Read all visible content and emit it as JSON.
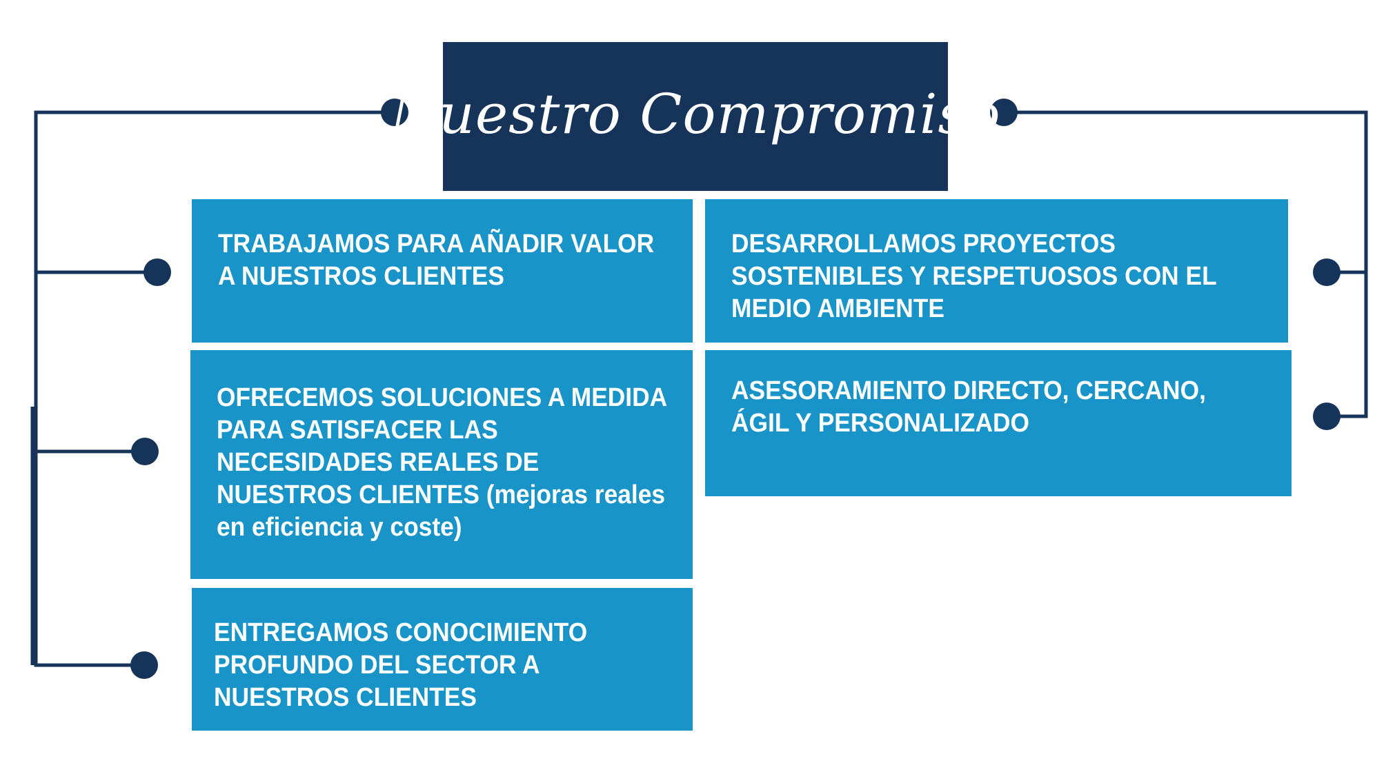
{
  "title": "Nuestro Compromiso",
  "colors": {
    "title_background": "#163359",
    "card_background": "#1894c9",
    "connector": "#163359",
    "text": "#ffffff"
  },
  "left_column": [
    {
      "text": "TRABAJAMOS PARA AÑADIR VALOR A NUESTROS CLIENTES"
    },
    {
      "text": "OFRECEMOS SOLUCIONES A MEDIDA PARA SATISFACER LAS NECESIDADES REALES DE NUESTROS CLIENTES (mejoras reales en eficiencia y coste)"
    },
    {
      "text": "ENTREGAMOS CONOCIMIENTO PROFUNDO DEL SECTOR A NUESTROS CLIENTES"
    }
  ],
  "right_column": [
    {
      "text": "DESARROLLAMOS PROYECTOS SOSTENIBLES Y RESPETUOSOS CON EL MEDIO AMBIENTE"
    },
    {
      "text": "ASESORAMIENTO  DIRECTO, CERCANO, ÁGIL Y PERSONALIZADO"
    }
  ]
}
